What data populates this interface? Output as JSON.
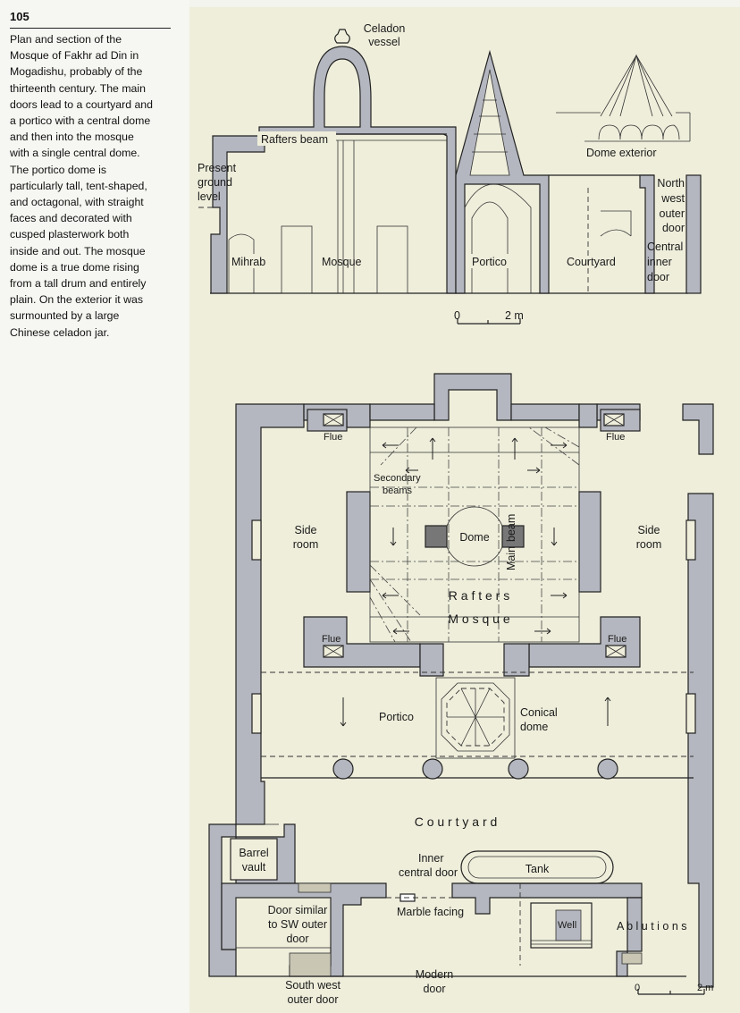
{
  "figure": {
    "number": "105",
    "caption": [
      "Plan and section of the",
      "Mosque of Fakhr ad Din in",
      "Mogadishu, probably of the",
      "thirteenth century. The main",
      "doors lead to a courtyard and",
      "a portico with a central dome",
      "and then into the mosque",
      "with a single central dome.",
      "The portico dome is",
      "particularly tall, tent-shaped,",
      "and octagonal, with straight",
      "faces and decorated with",
      "cusped plasterwork both",
      "inside and out. The mosque",
      "dome is a true dome rising",
      "from a tall drum and entirely",
      "plain. On the exterior it was",
      "surmounted by a large",
      "Chinese celadon jar."
    ]
  },
  "section": {
    "celadon": [
      "Celadon",
      "vessel"
    ],
    "rafters_beam": "Rafters beam",
    "present_ground": [
      "Present",
      "ground",
      "level"
    ],
    "dome_exterior": "Dome exterior",
    "north_west": [
      "North",
      "west",
      "outer",
      "door"
    ],
    "central_inner": [
      "Central",
      "inner",
      "door"
    ],
    "mihrab": "Mihrab",
    "mosque": "Mosque",
    "portico": "Portico",
    "courtyard": "Courtyard",
    "scale_0": "0",
    "scale_2m": "2 m"
  },
  "plan": {
    "flue": "Flue",
    "secondary": [
      "Secondary",
      "beams"
    ],
    "dome": "Dome",
    "main_beam": [
      "Main",
      "beam"
    ],
    "side_room": [
      "Side",
      "room"
    ],
    "rafters": "R a f t e r s",
    "mosque": "M o s q u e",
    "portico": "Portico",
    "conical": [
      "Conical",
      "dome"
    ],
    "courtyard": "C o u r t y a r d",
    "barrel": [
      "Barrel",
      "vault"
    ],
    "inner_central": [
      "Inner",
      "central door"
    ],
    "tank": "Tank",
    "door_similar": [
      "Door similar",
      "to SW outer",
      "door"
    ],
    "marble": "Marble facing",
    "well": "Well",
    "ablutions": "A b l u t i o n s",
    "sw_door": [
      "South west",
      "outer door"
    ],
    "modern": [
      "Modern",
      "door"
    ],
    "scale_0": "0",
    "scale_2m": "2 m"
  }
}
